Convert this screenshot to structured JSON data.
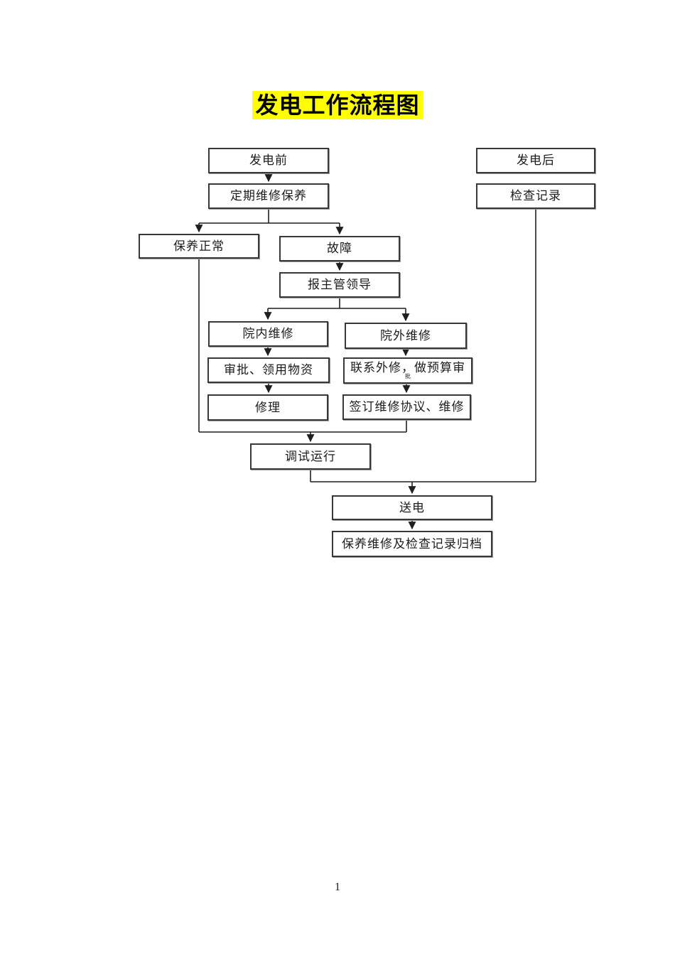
{
  "page": {
    "title": "发电工作流程图",
    "title_highlight_color": "#ffff00",
    "page_number": "1",
    "background_color": "#ffffff",
    "line_color": "#1f1f1f"
  },
  "flowchart": {
    "nodes": {
      "pre_generation": "发电前",
      "regular_maintenance": "定期维修保养",
      "maintenance_normal": "保养正常",
      "fault": "故障",
      "report_supervisor": "报主管领导",
      "internal_repair": "院内维修",
      "approval_materials": "审批、领用物资",
      "repair": "修理",
      "external_repair": "院外维修",
      "contact_external_line1": "联系外修，做预算审",
      "contact_external_line2": "批",
      "sign_agreement": "签订维修协议、维修",
      "debug_run": "调试运行",
      "send_power": "送电",
      "archive_records": "保养维修及检查记录归档",
      "post_generation": "发电后",
      "check_records": "检查记录"
    },
    "edges": [
      {
        "from": "pre_generation",
        "to": "regular_maintenance"
      },
      {
        "from": "regular_maintenance",
        "to": "maintenance_normal"
      },
      {
        "from": "regular_maintenance",
        "to": "fault"
      },
      {
        "from": "fault",
        "to": "report_supervisor"
      },
      {
        "from": "report_supervisor",
        "to": "internal_repair"
      },
      {
        "from": "report_supervisor",
        "to": "external_repair"
      },
      {
        "from": "internal_repair",
        "to": "approval_materials"
      },
      {
        "from": "approval_materials",
        "to": "repair"
      },
      {
        "from": "external_repair",
        "to": "contact_external"
      },
      {
        "from": "contact_external",
        "to": "sign_agreement"
      },
      {
        "from": "maintenance_normal",
        "to": "debug_run"
      },
      {
        "from": "sign_agreement",
        "to": "debug_run"
      },
      {
        "from": "debug_run",
        "to": "send_power"
      },
      {
        "from": "check_records",
        "to": "send_power"
      },
      {
        "from": "send_power",
        "to": "archive_records"
      },
      {
        "from": "post_generation",
        "to": "check_records"
      }
    ]
  }
}
